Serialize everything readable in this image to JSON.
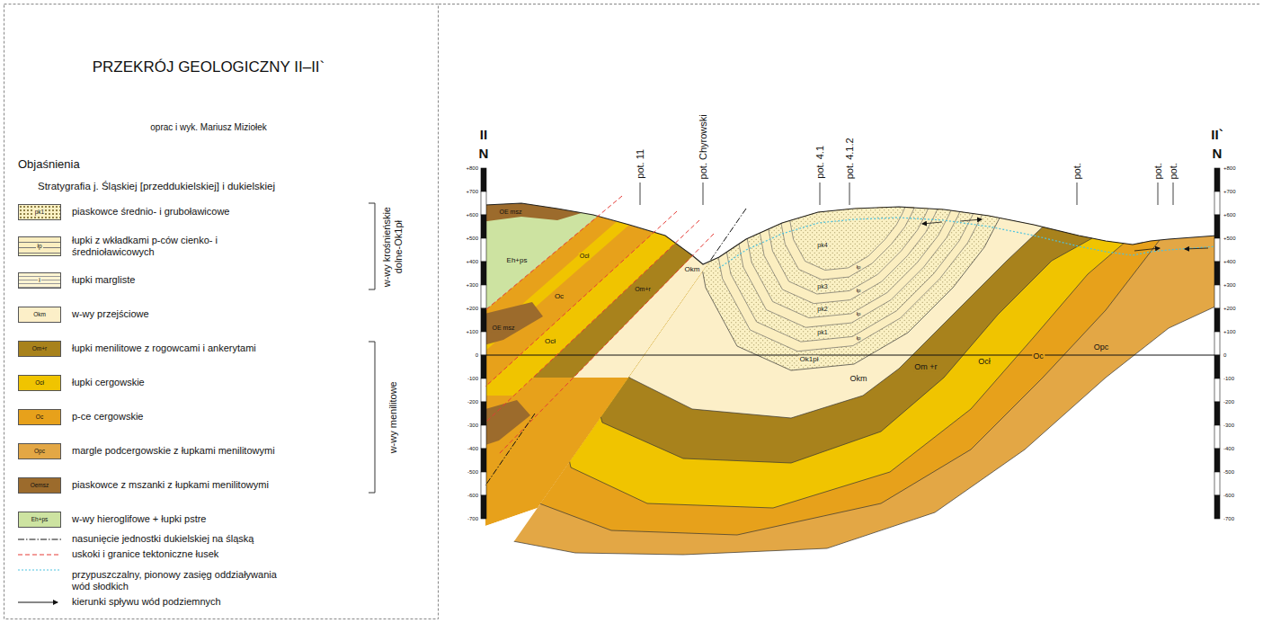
{
  "diagram": {
    "title": "PRZEKRÓJ GEOLOGICZNY II–II`",
    "labels": [
      "oprac i wyk. Mariusz Miziołek",
      "Objaśnienia",
      "Stratygrafia j. Śląskiej [przeddukielskiej] i dukielskiej",
      "pk1",
      "łp",
      "ł",
      "Okm",
      "Om+r",
      "Ocł",
      "Oc",
      "Opc",
      "Oemsz",
      "Eh+ps",
      "w-wy krośnieńskie dolne-Ok1pł",
      "w-wy menilitowe",
      "II",
      "N",
      "II`",
      "N",
      "pot. 11",
      "pot. Chyrowski",
      "pot. 4.1",
      "pot. 4.1.2",
      "pot.",
      "pot.",
      "pot.",
      "+800",
      "+700",
      "+600",
      "+500",
      "+400",
      "+300",
      "+200",
      "+100",
      "0",
      "-100",
      "-200",
      "-300",
      "-400",
      "-500",
      "-600",
      "-700",
      "+800",
      "+700",
      "+600",
      "+500",
      "+400",
      "+300",
      "+200",
      "+100",
      "0",
      "-100",
      "-200",
      "-300",
      "-400",
      "-500",
      "-600",
      "-700",
      "OE msz",
      "Eh+ps",
      "OE msz",
      "Oc",
      "Ocł",
      "Ocł",
      "Om+r",
      "Okm",
      "pk4",
      "pk3",
      "pk2",
      "pk1",
      "łp",
      "łp",
      "łp",
      "łp",
      "Ok1pł",
      "Okm",
      "Om +r",
      "Ocł",
      "Oc",
      "Opc"
    ],
    "legend": [
      {
        "text": "piaskowce średnio- i gruboławicowe",
        "color": "#fbf1c4"
      },
      {
        "text": "łupki z wkładkami p-ców cienko- i średnioławicowych",
        "color": "#fbeec0"
      },
      {
        "text": "łupki margliste",
        "color": "#fdf4d2"
      },
      {
        "text": "w-wy przejściowe",
        "color": "#fcefc8"
      },
      {
        "text": "łupki menilitowe z rogowcami i ankerytami",
        "color": "#a8821c"
      },
      {
        "text": "łupki cergowskie",
        "color": "#f0c400"
      },
      {
        "text": "p-ce cergowskie",
        "color": "#e7a11b"
      },
      {
        "text": "margle podcergowskie z łupkami menilitowymi",
        "color": "#e3a745"
      },
      {
        "text": "piaskowce z mszanki z łupkami menilitowymi",
        "color": "#9c6b2c"
      },
      {
        "text": "w-wy hieroglifowe + łupki pstre",
        "color": "#cde3a1"
      },
      {
        "text": "nasunięcie jednostki dukielskiej na śląską"
      },
      {
        "text": "uskoki i granice tektoniczne łusek"
      },
      {
        "text": "przypuszczalny, pionowy zasięg oddziaływania wód słodkich"
      },
      {
        "text": "kierunki spływu wód podziemnych"
      }
    ]
  }
}
